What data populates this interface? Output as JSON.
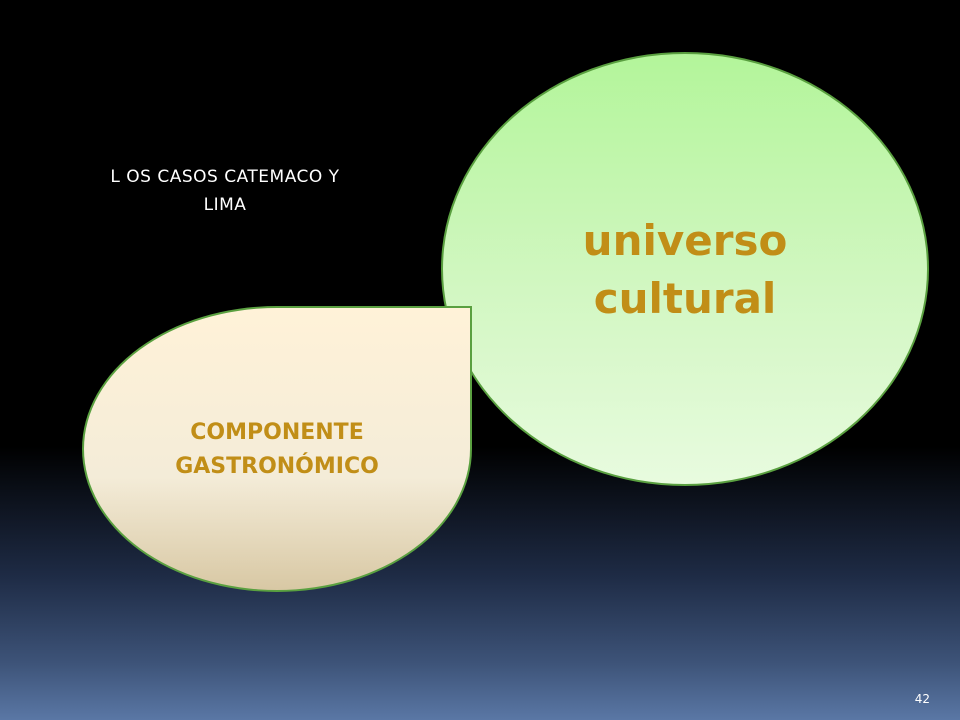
{
  "slide": {
    "subtitle_line1": "L OS CASOS  CATEMACO  Y",
    "subtitle_line2": "LIMA",
    "circle_line1": "universo",
    "circle_line2": "cultural",
    "drop_line1": "COMPONENTE",
    "drop_line2": "GASTRONÓMICO",
    "page_number": "42"
  },
  "colors": {
    "label_text": "#c18e17",
    "circle_fill": "#b3f59a",
    "drop_fill": "#fff2d8",
    "shape_border": "#5aa040"
  }
}
